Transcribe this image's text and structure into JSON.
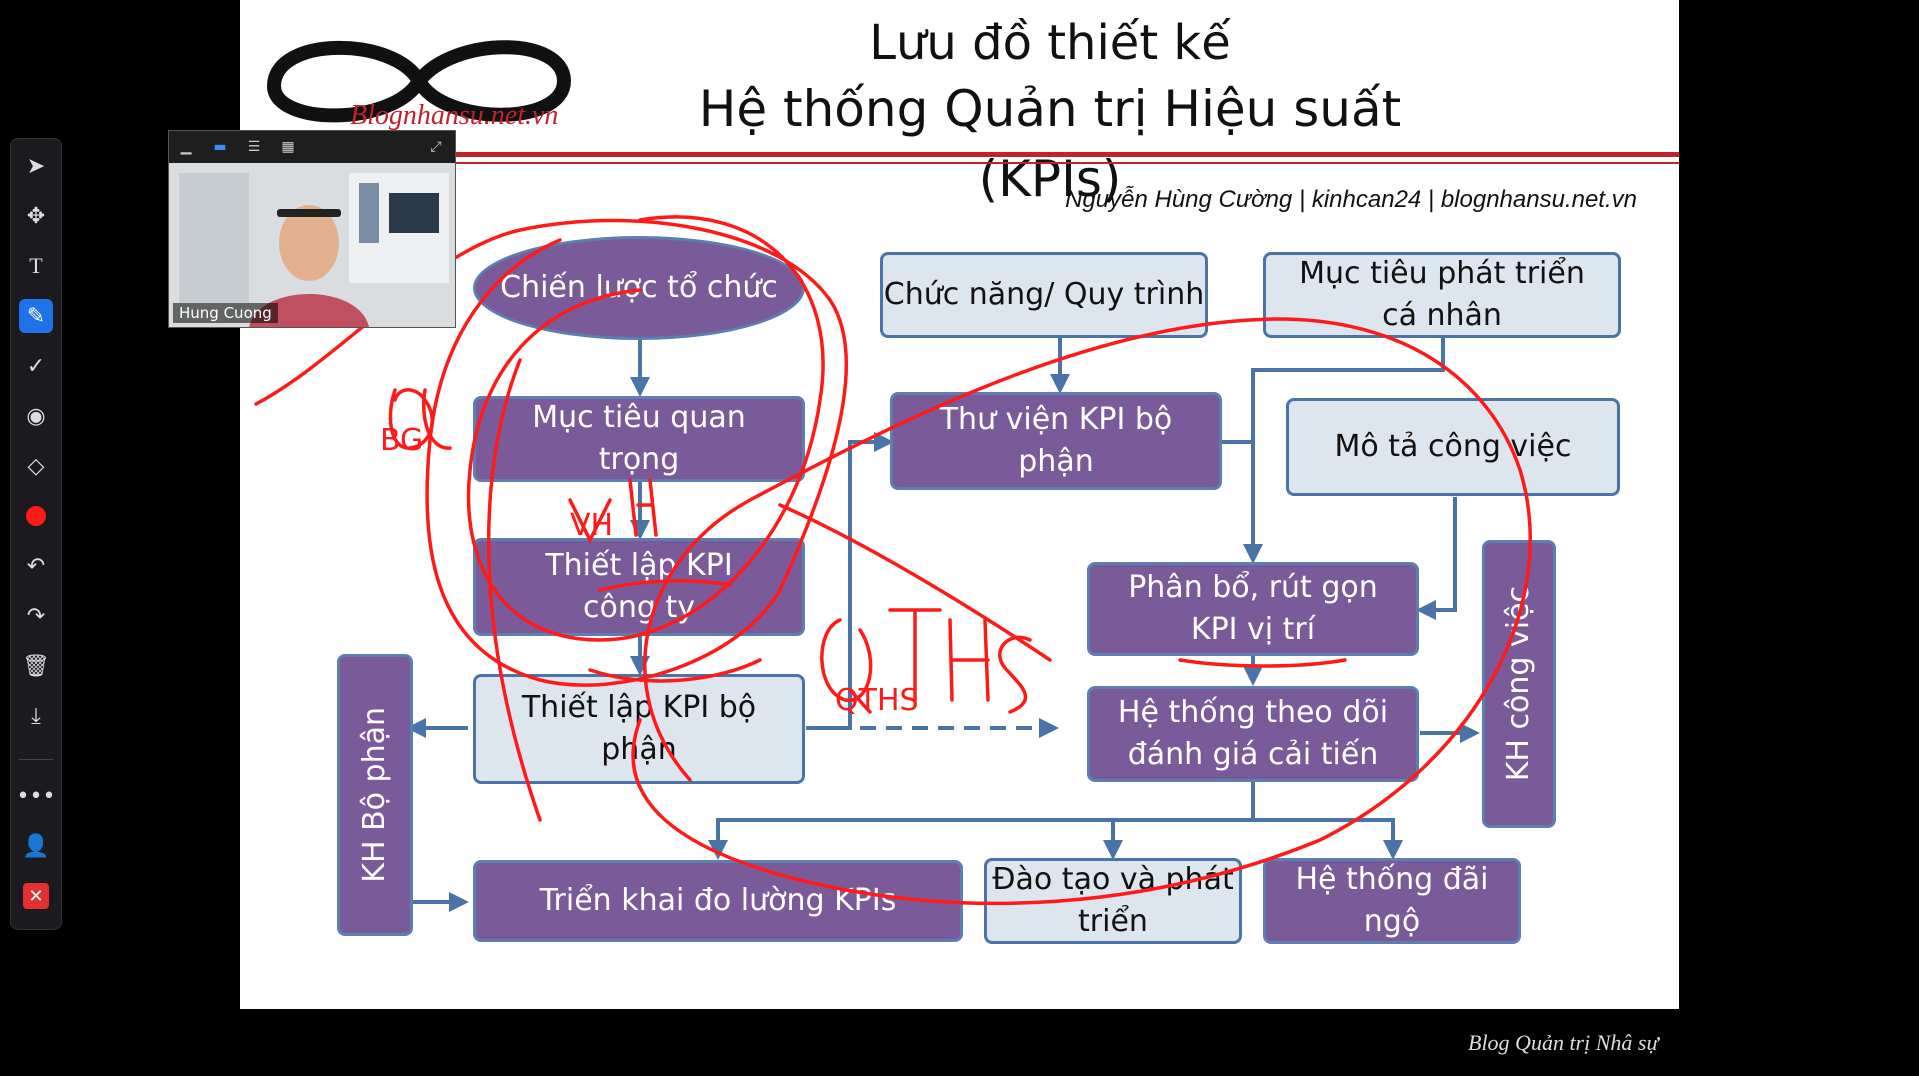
{
  "slide": {
    "title_line1": "Lưu đồ thiết kế",
    "title_line2": "Hệ thống Quản trị Hiệu suất (KPIs)",
    "author": "Nguyễn Hùng Cường | kinhcan24 | blognhansu.net.vn",
    "logo_text": "Blognhansu.net.vn"
  },
  "flow": {
    "chien_luoc": "Chiến lược tổ chức",
    "muc_tieu_quan_trong": "Mục tiêu quan trọng",
    "thiet_lap_kpi_cong_ty": "Thiết lập KPI công ty",
    "thiet_lap_kpi_bo_phan": "Thiết lập KPI bộ phận",
    "kh_bo_phan": "KH Bộ phận",
    "trien_khai": "Triển khai đo lường KPIs",
    "chuc_nang": "Chức năng/ Quy trình",
    "muc_tieu_phat_trien": "Mục tiêu phát triển cá nhân",
    "thu_vien": "Thư viện KPI bộ phận",
    "mo_ta": "Mô tả công việc",
    "phan_bo": "Phân bổ, rút gọn KPI vị trí",
    "he_thong_theo_doi": "Hệ thống theo dõi đánh giá cải tiến",
    "kh_cong_viec": "KH công việc",
    "dao_tao": "Đào tạo và phát triển",
    "dai_ngo": "Hệ thống đãi ngộ"
  },
  "annotations": {
    "color": "#ff1a1a",
    "texts": [
      "BG",
      "VH",
      "QTHS"
    ]
  },
  "footer": "Blog Quản trị Nhâ sự",
  "video": {
    "participant_name": "Hung Cuong"
  },
  "toolbar": {
    "tools": [
      "select",
      "move",
      "text",
      "pen",
      "stamp",
      "spotlight",
      "eraser",
      "color",
      "undo",
      "redo",
      "clear",
      "save",
      "more",
      "participants",
      "close"
    ],
    "active_tool": "pen",
    "active_color": "#ff1a1a"
  }
}
